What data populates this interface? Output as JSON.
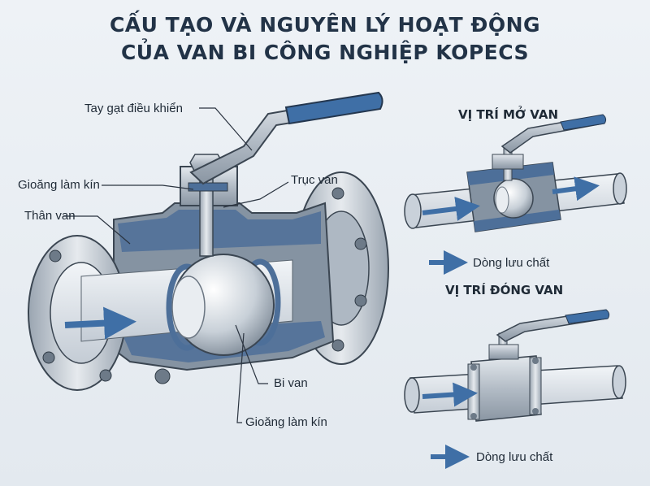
{
  "title": {
    "line1": "CẤU TẠO VÀ NGUYÊN LÝ HOẠT ĐỘNG",
    "line2": "CỦA VAN BI CÔNG NGHIỆP KOPECS"
  },
  "labels": {
    "handle": "Tay gạt điều khiển",
    "gasket_top": "Gioăng làm kín",
    "stem": "Trục van",
    "body": "Thân van",
    "ball": "Bi van",
    "gasket_bottom": "Gioăng làm kín"
  },
  "open_panel": {
    "heading": "VỊ TRÍ MỞ VAN",
    "legend": "Dòng lưu chất"
  },
  "closed_panel": {
    "heading": "VỊ TRÍ ĐÓNG VAN",
    "legend": "Dòng lưu chất"
  },
  "colors": {
    "accent_blue": "#3f6fa6",
    "steel": "#b9c2cc",
    "dark_steel": "#6d7a88",
    "outline": "#3b4652"
  }
}
